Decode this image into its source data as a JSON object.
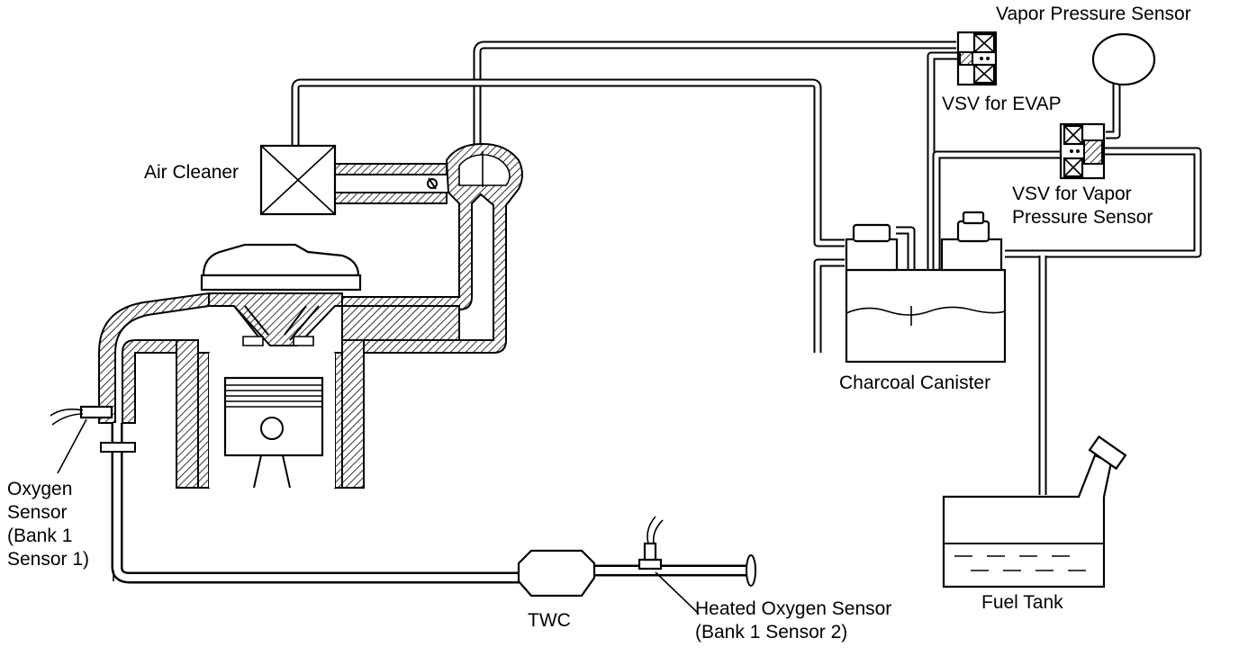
{
  "labels": {
    "vapor_pressure_sensor": "Vapor Pressure Sensor",
    "vsv_evap": "VSV for EVAP",
    "vsv_vapor_line1": "VSV for Vapor",
    "vsv_vapor_line2": "Pressure Sensor",
    "air_cleaner": "Air Cleaner",
    "charcoal_canister": "Charcoal Canister",
    "oxygen_sensor": [
      "Oxygen",
      "Sensor",
      "(Bank 1",
      "Sensor 1)"
    ],
    "twc": "TWC",
    "heated_oxygen_sensor_line1": "Heated Oxygen Sensor",
    "heated_oxygen_sensor_line2": "(Bank 1 Sensor 2)",
    "fuel_tank": "Fuel Tank"
  },
  "colors": {
    "line": "#000000",
    "background": "#ffffff"
  }
}
